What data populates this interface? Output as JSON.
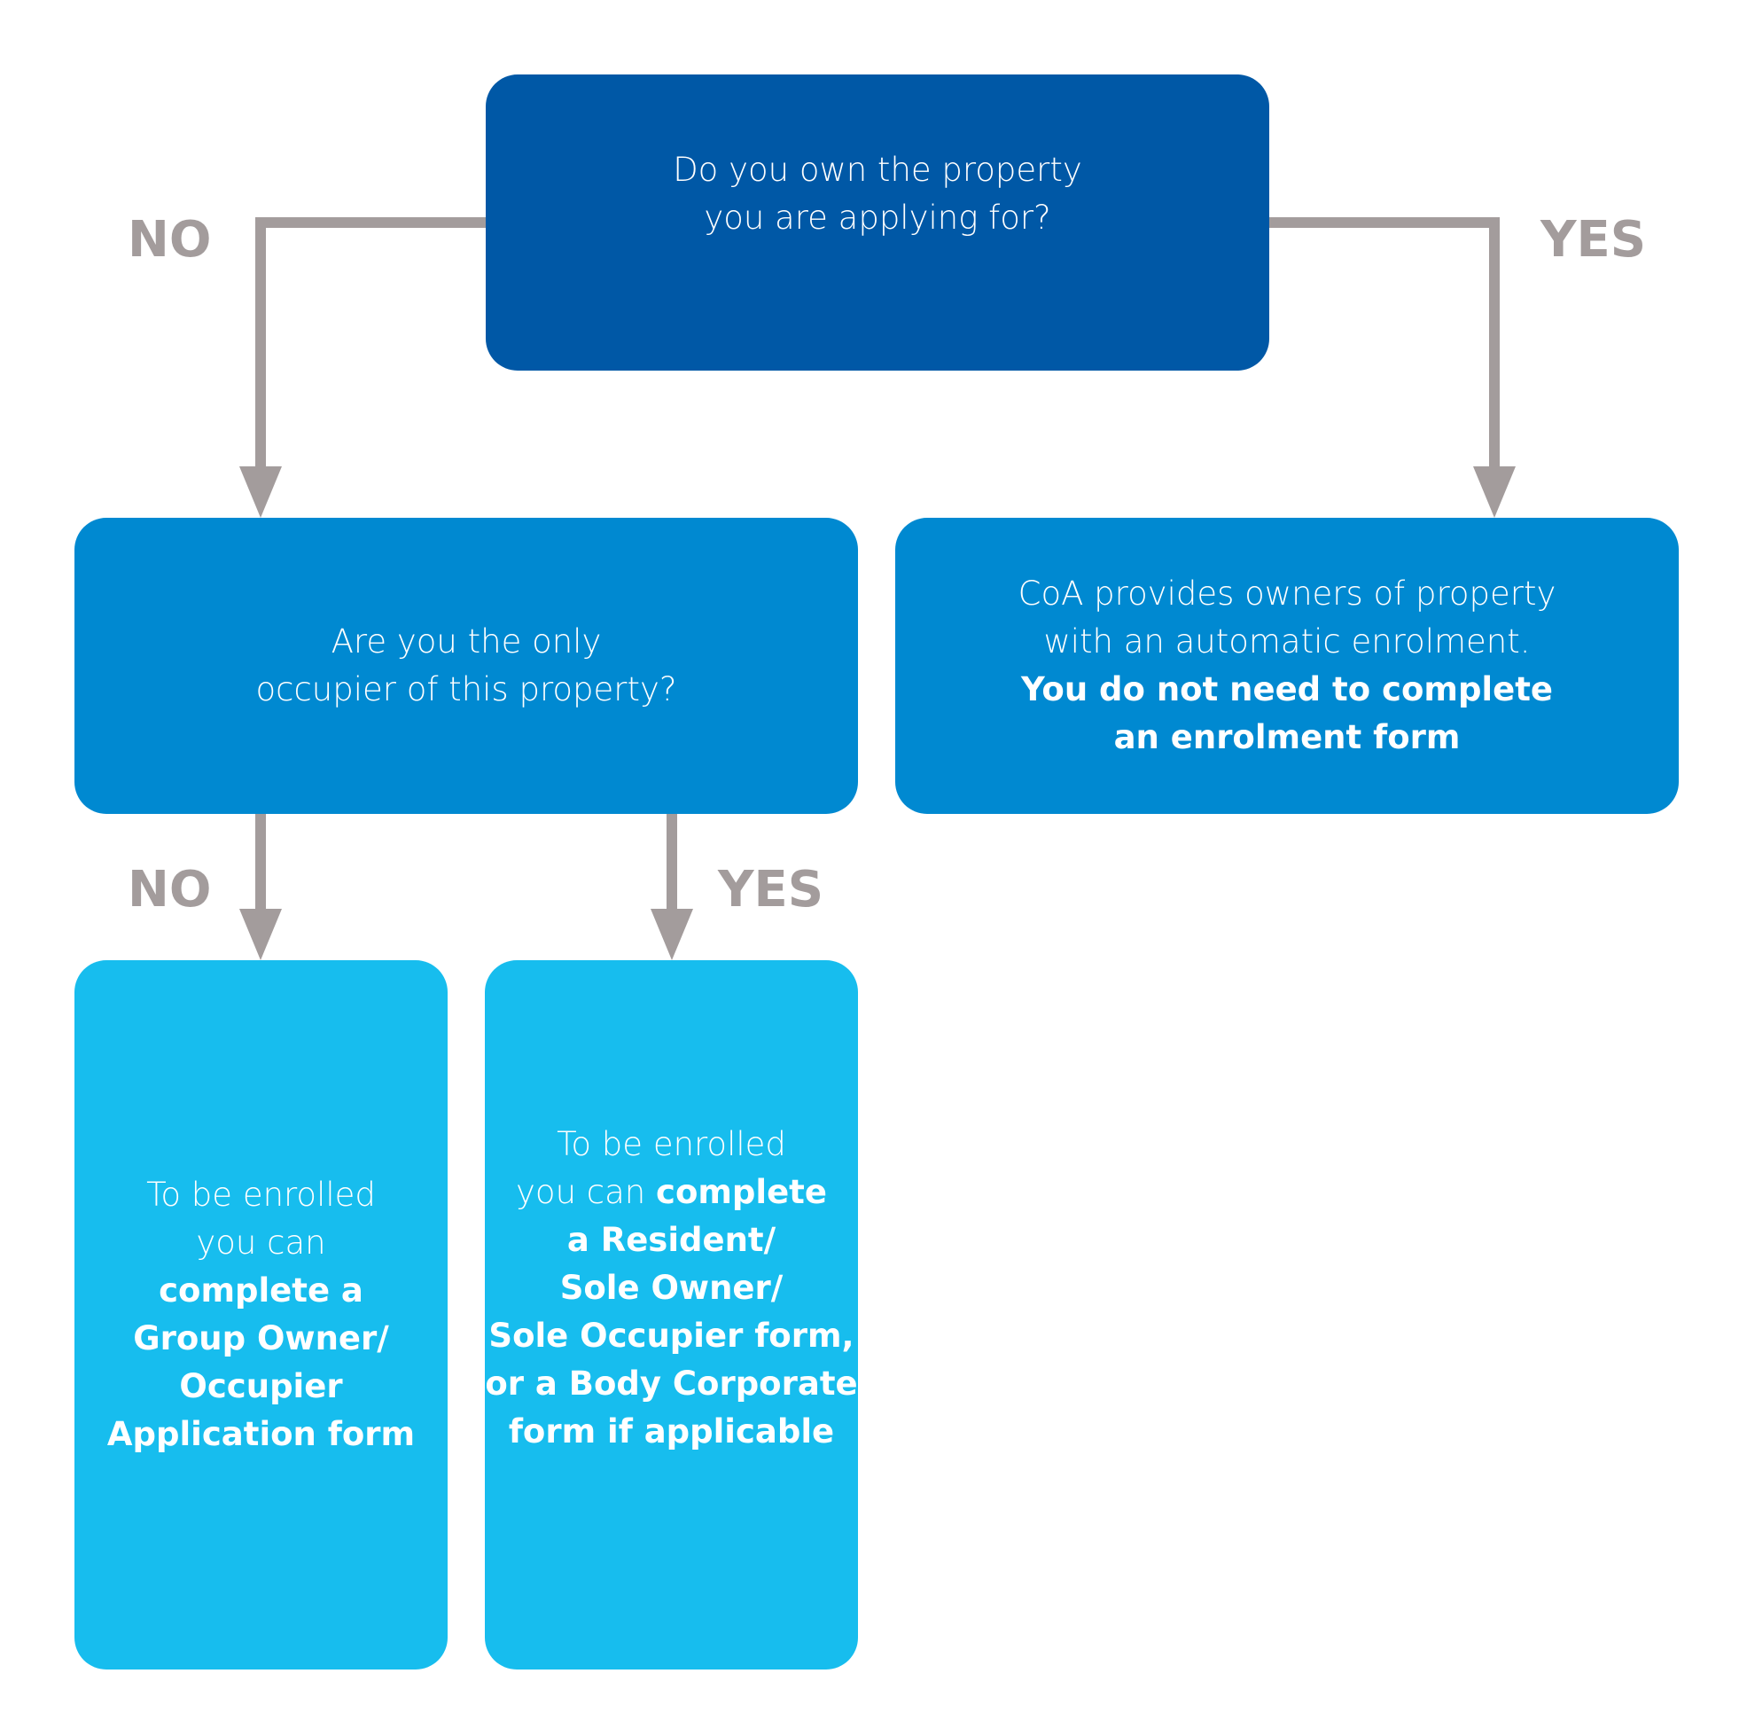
{
  "colors": {
    "dark_blue": "#0058a6",
    "mid_blue": "#0089d1",
    "light_blue": "#17bdee",
    "connector_grey": "#a39c9c"
  },
  "question1": {
    "line1": "Do you own the property",
    "line2": "you are applying for?"
  },
  "question2": {
    "line1": "Are you the only",
    "line2": "occupier of this property?"
  },
  "owner_info": {
    "line1": "CoA provides owners of property",
    "line2": "with an automatic enrolment.",
    "line3": "You do not need to complete",
    "line4": "an enrolment form"
  },
  "result_group": {
    "line1": "To be enrolled",
    "line2": "you can",
    "line3": "complete a",
    "line4": "Group Owner/",
    "line5": "Occupier",
    "line6": "Application form"
  },
  "result_sole": {
    "line1": "To be enrolled",
    "line2_plain": "you can ",
    "line2_bold": "complete",
    "line3": "a Resident/",
    "line4": "Sole Owner/",
    "line5": "Sole Occupier form,",
    "line6": "or a Body Corporate",
    "line7": "form if applicable"
  },
  "labels": {
    "no_top": "NO",
    "yes_top": "YES",
    "no_bottom": "NO",
    "yes_bottom": "YES"
  }
}
